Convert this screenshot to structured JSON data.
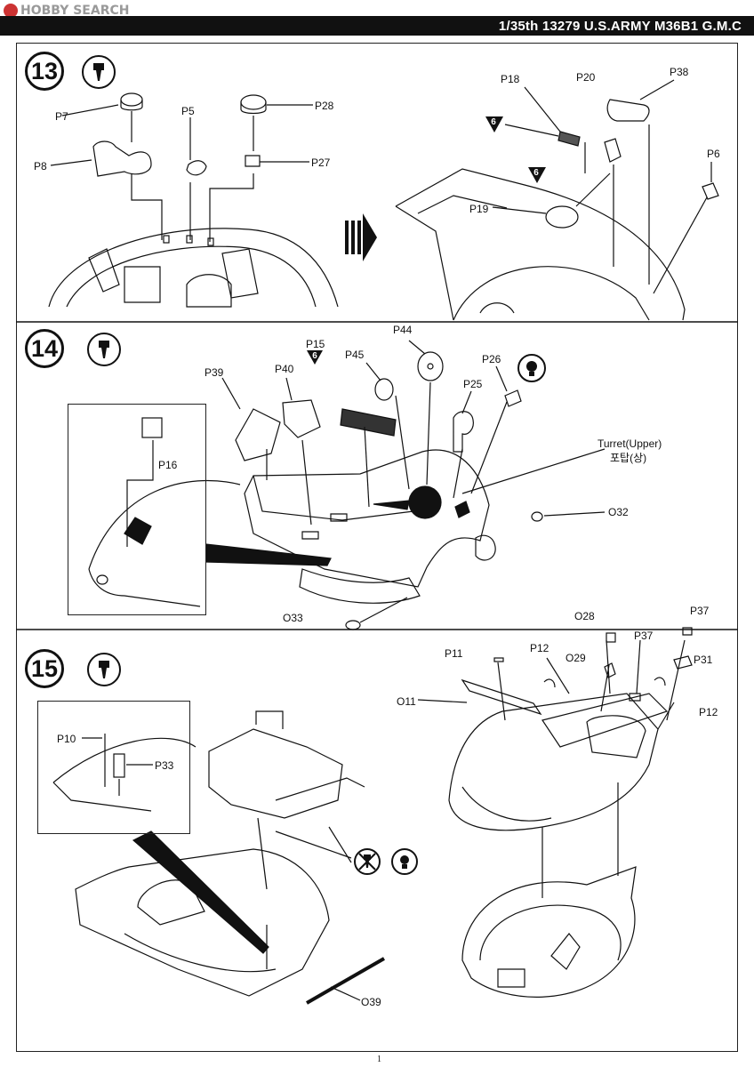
{
  "watermark": {
    "text": "HOBBY SEARCH"
  },
  "header": {
    "title": "1/35th 13279 U.S.ARMY M36B1 G.M.C"
  },
  "steps": {
    "s13": {
      "number": "13"
    },
    "s14": {
      "number": "14"
    },
    "s15": {
      "number": "15"
    }
  },
  "parts": {
    "p7": "P7",
    "p8": "P8",
    "p5": "P5",
    "p28": "P28",
    "p27": "P27",
    "p18": "P18",
    "p20": "P20",
    "p38": "P38",
    "p6": "P6",
    "p19": "P19",
    "p39": "P39",
    "p40": "P40",
    "p15": "P15",
    "p45": "P45",
    "p44": "P44",
    "p26": "P26",
    "p25": "P25",
    "p16": "P16",
    "o32": "O32",
    "o33": "O33",
    "p11": "P11",
    "p12a": "P12",
    "o28": "O28",
    "p37a": "P37",
    "p37b": "P37",
    "p31": "P31",
    "o29": "O29",
    "o11": "O11",
    "p12b": "P12",
    "p10": "P10",
    "p33": "P33",
    "o39": "O39"
  },
  "paint": {
    "code": "6"
  },
  "turret": {
    "label_en": "Turret(Upper)",
    "label_ko": "포탑(상)"
  },
  "page_number": "1"
}
